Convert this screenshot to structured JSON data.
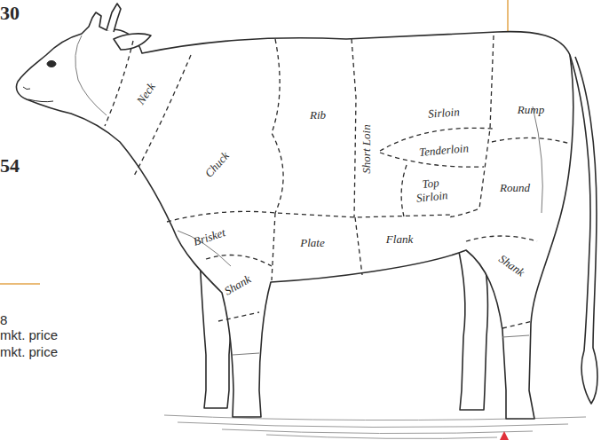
{
  "diagram": {
    "labels": [
      "30",
      "54",
      "8",
      "mkt. price",
      "mkt. price",
      "Neck",
      "Chuck",
      "Rib",
      "Short Loin",
      "Sirloin",
      "Rump",
      "Tenderloin",
      "Top Sirloin",
      "Round",
      "Brisket",
      "Shank",
      "Plate",
      "Flank",
      "Shank"
    ]
  }
}
